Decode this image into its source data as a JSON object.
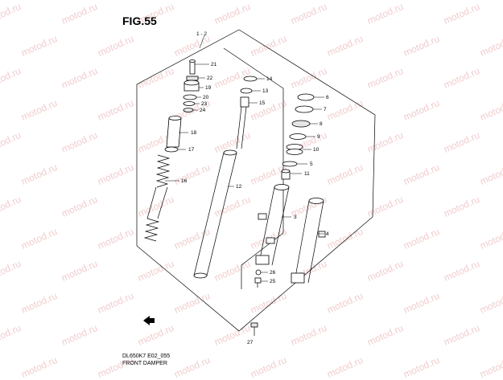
{
  "figure": {
    "title": "FIG.55",
    "code": "DL650K7 E02_055",
    "name": "FRONT DAMPER"
  },
  "watermark": "motod.ru",
  "callouts": {
    "p1_2": "1 - 2",
    "p3": "3",
    "p4": "4",
    "p5": "5",
    "p6": "6",
    "p7": "7",
    "p8": "8",
    "p9": "9",
    "p10": "10",
    "p11": "11",
    "p12": "12",
    "p13": "13",
    "p14": "14",
    "p15": "15",
    "p16": "16",
    "p17": "17",
    "p18": "18",
    "p19": "19",
    "p20": "20",
    "p21": "21",
    "p22": "22",
    "p23": "23",
    "p24": "24",
    "p25": "25",
    "p26": "26",
    "p27": "27"
  }
}
